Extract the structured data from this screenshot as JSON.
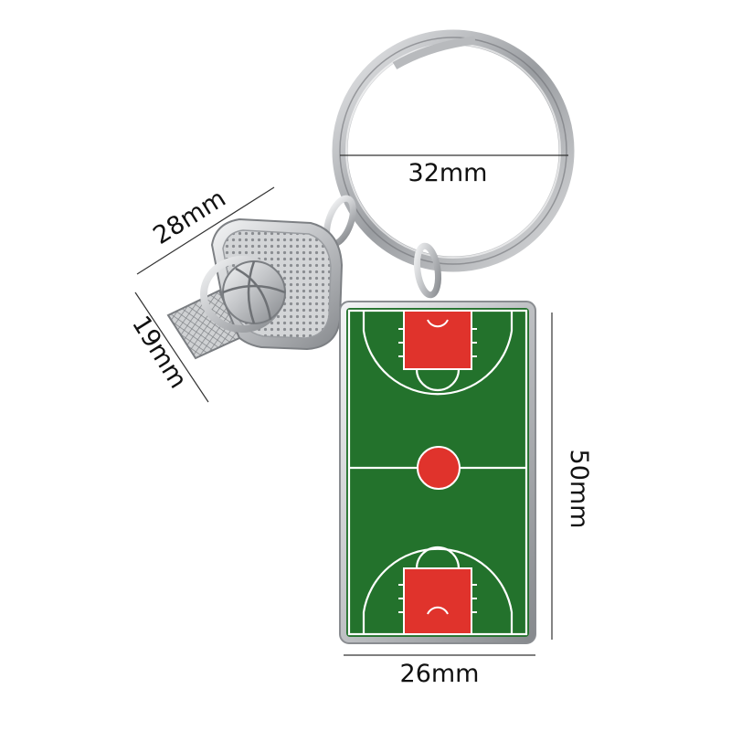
{
  "dimensions": {
    "ring_diameter": "32mm",
    "charm_width": "28mm",
    "charm_height": "19mm",
    "court_height": "50mm",
    "court_width": "26mm"
  },
  "colors": {
    "court_green": "#23722c",
    "paint_red": "#e0332c",
    "metal": "#c9cacc",
    "metal_dark": "#8e9093",
    "line_white": "#ffffff"
  },
  "objects": {
    "ring": "split-key-ring",
    "charm": "basketball-hoop-charm",
    "tag": "basketball-court-tag"
  }
}
